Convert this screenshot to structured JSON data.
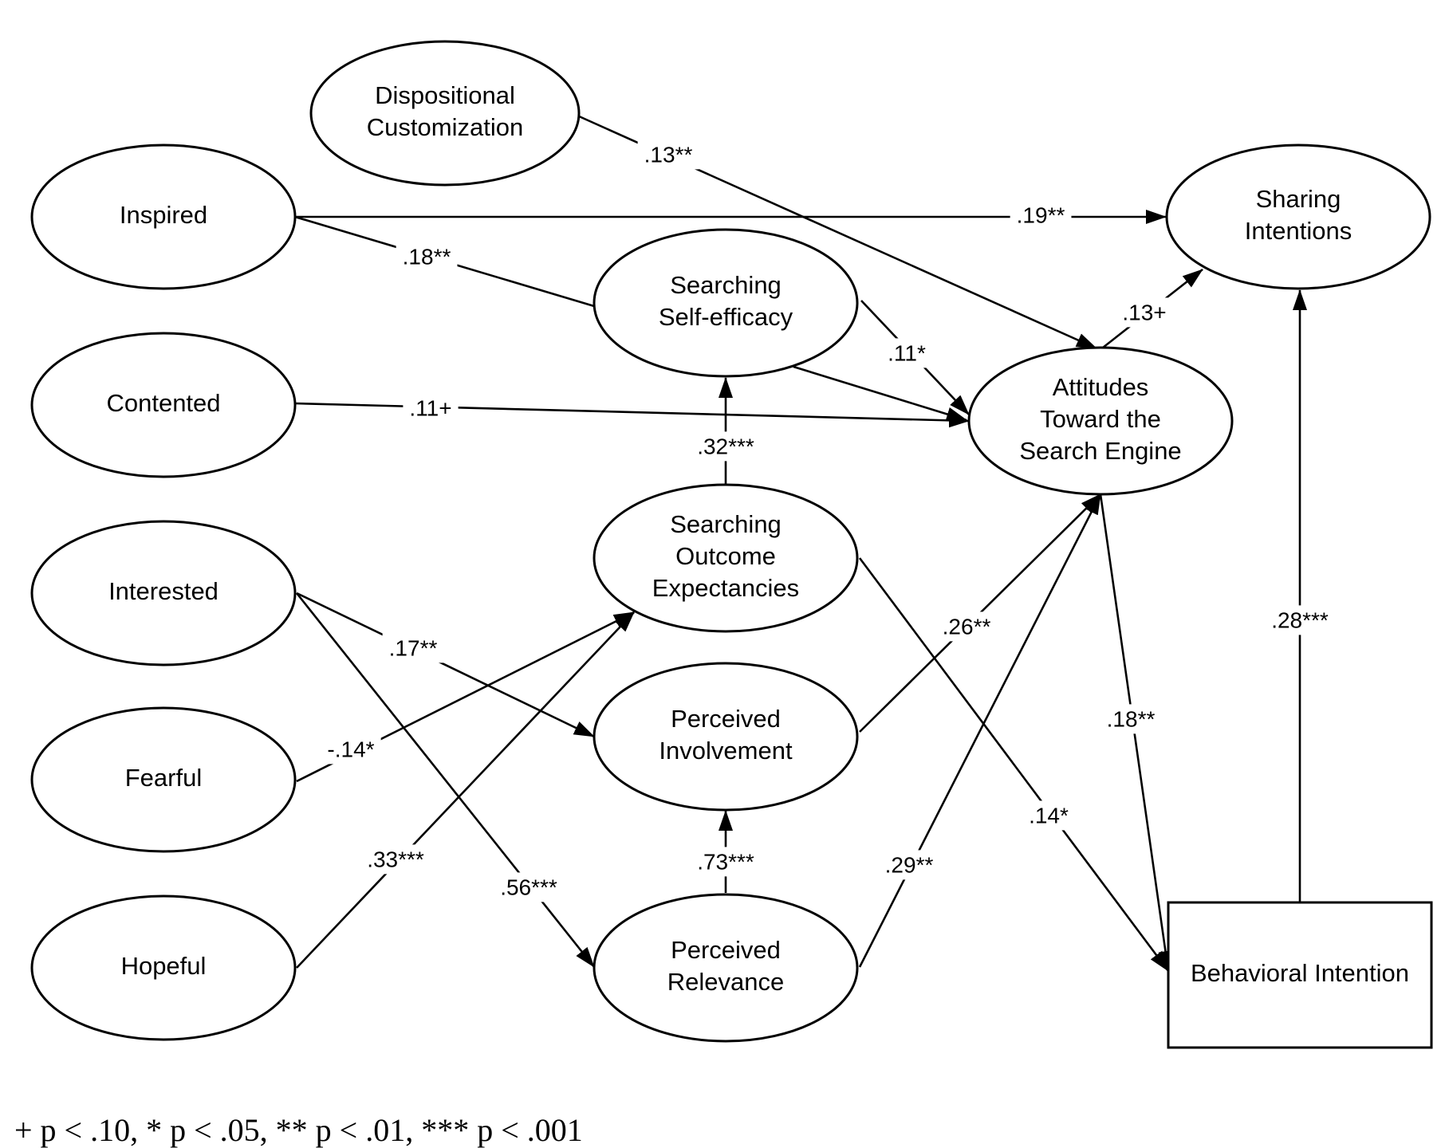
{
  "nodes": [
    {
      "id": "dispositional",
      "shape": "ellipse",
      "lines": [
        "Dispositional",
        "Customization"
      ]
    },
    {
      "id": "inspired",
      "shape": "ellipse",
      "lines": [
        "Inspired"
      ]
    },
    {
      "id": "contented",
      "shape": "ellipse",
      "lines": [
        "Contented"
      ]
    },
    {
      "id": "interested",
      "shape": "ellipse",
      "lines": [
        "Interested"
      ]
    },
    {
      "id": "fearful",
      "shape": "ellipse",
      "lines": [
        "Fearful"
      ]
    },
    {
      "id": "hopeful",
      "shape": "ellipse",
      "lines": [
        "Hopeful"
      ]
    },
    {
      "id": "self-efficacy",
      "shape": "ellipse",
      "lines": [
        "Searching",
        "Self-efficacy"
      ]
    },
    {
      "id": "outcome-expectancies",
      "shape": "ellipse",
      "lines": [
        "Searching",
        "Outcome",
        "Expectancies"
      ]
    },
    {
      "id": "involvement",
      "shape": "ellipse",
      "lines": [
        "Perceived",
        "Involvement"
      ]
    },
    {
      "id": "relevance",
      "shape": "ellipse",
      "lines": [
        "Perceived",
        "Relevance"
      ]
    },
    {
      "id": "attitudes",
      "shape": "ellipse",
      "lines": [
        "Attitudes",
        "Toward the",
        "Search Engine"
      ]
    },
    {
      "id": "sharing",
      "shape": "ellipse",
      "lines": [
        "Sharing",
        "Intentions"
      ]
    },
    {
      "id": "behavioral",
      "shape": "rect",
      "lines": [
        "Behavioral Intention"
      ]
    }
  ],
  "edges": [
    {
      "from": "dispositional",
      "to": "attitudes",
      "label": ".13**"
    },
    {
      "from": "inspired",
      "to": "sharing",
      "label": ".19**"
    },
    {
      "from": "inspired",
      "to": "attitudes",
      "label": ".18**"
    },
    {
      "from": "self-efficacy",
      "to": "attitudes",
      "label": ".11*"
    },
    {
      "from": "contented",
      "to": "attitudes",
      "label": ".11+"
    },
    {
      "from": "outcome-expectancies",
      "to": "self-efficacy",
      "label": ".32***"
    },
    {
      "from": "attitudes",
      "to": "sharing",
      "label": ".13+"
    },
    {
      "from": "interested",
      "to": "involvement",
      "label": ".17**"
    },
    {
      "from": "interested",
      "to": "relevance",
      "label": ".56***"
    },
    {
      "from": "fearful",
      "to": "outcome-expectancies",
      "label": "-.14*"
    },
    {
      "from": "hopeful",
      "to": "outcome-expectancies",
      "label": ".33***"
    },
    {
      "from": "involvement",
      "to": "attitudes",
      "label": ".26**"
    },
    {
      "from": "relevance",
      "to": "involvement",
      "label": ".73***"
    },
    {
      "from": "relevance",
      "to": "attitudes",
      "label": ".29**"
    },
    {
      "from": "outcome-expectancies",
      "to": "behavioral",
      "label": ".14*"
    },
    {
      "from": "attitudes",
      "to": "behavioral",
      "label": ".18**"
    },
    {
      "from": "behavioral",
      "to": "sharing",
      "label": ".28***"
    }
  ],
  "footnote": "+ p < .10, * p < .05, ** p < .01, *** p < .001"
}
